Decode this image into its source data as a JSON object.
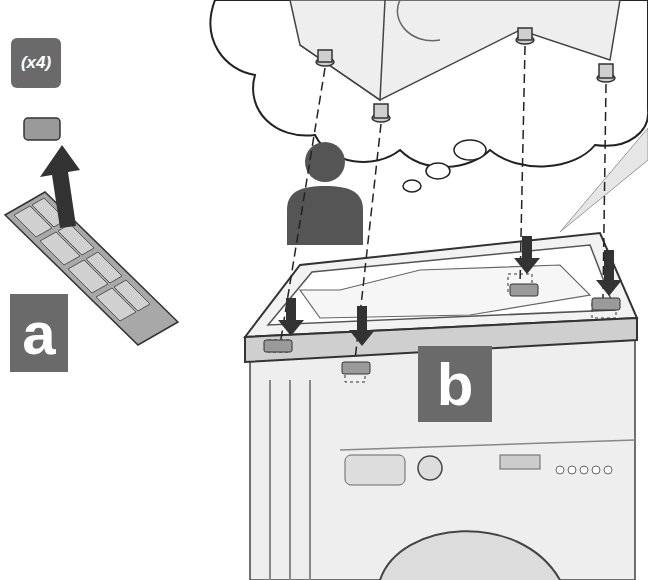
{
  "diagram": {
    "nodes": [
      {
        "text": [
          "(x4)"
        ]
      },
      {
        "text": [
          "a"
        ]
      },
      {
        "text": [
          "b"
        ]
      }
    ]
  }
}
